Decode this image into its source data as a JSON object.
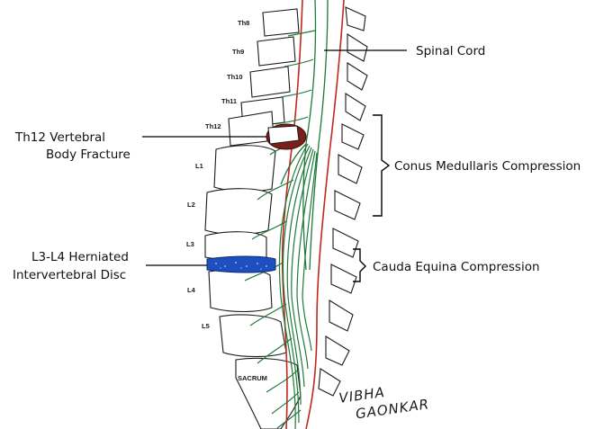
{
  "vertebra_labels": {
    "th8": "Th8",
    "th9": "Th9",
    "th10": "Th10",
    "th11": "Th11",
    "th12": "Th12",
    "l1": "L1",
    "l2": "L2",
    "l3": "L3",
    "l4": "L4",
    "l5": "L5",
    "sacrum": "SACRUM"
  },
  "callouts": {
    "spinal_cord": "Spinal Cord",
    "fracture_line1": "Th12 Vertebral",
    "fracture_line2": "Body Fracture",
    "conus": "Conus Medullaris Compression",
    "disc_line1": "L3-L4 Herniated",
    "disc_line2": "Intervertebral Disc",
    "cauda": "Cauda Equina Compression"
  },
  "signature": {
    "line1": "VIBHA",
    "line2": "GAONKAR"
  },
  "colors": {
    "dura": "#c0281e",
    "nerve": "#1f7a3a",
    "fracture": "#7a1f1a",
    "disc": "#1f4fbf"
  }
}
